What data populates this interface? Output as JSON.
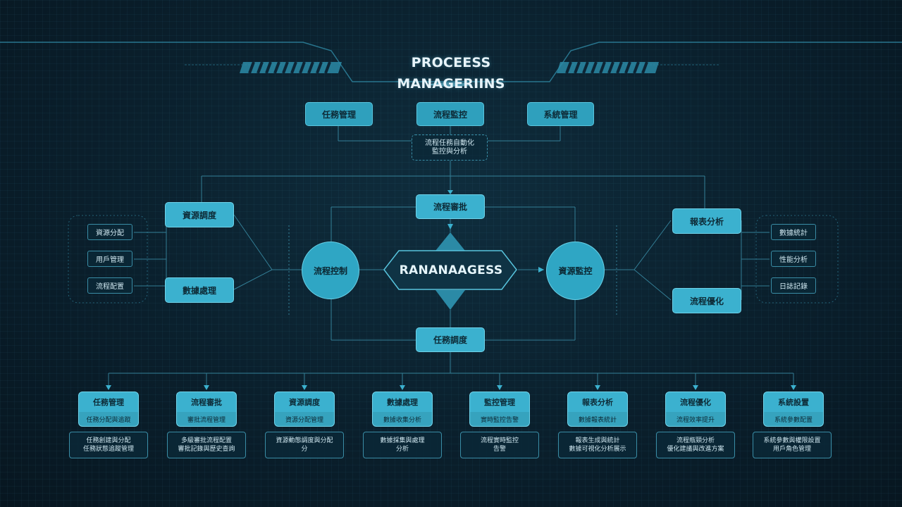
{
  "header": {
    "title": "PROCEESS MANAGERIINS"
  },
  "top_row": [
    {
      "label": "任務管理"
    },
    {
      "label": "流程監控"
    },
    {
      "label": "系統管理"
    }
  ],
  "top_center_sub": {
    "line1": "流程任務自動化",
    "line2": "監控與分析"
  },
  "left_nodes": [
    {
      "label": "資源調度"
    },
    {
      "label": "數據處理"
    }
  ],
  "left_sub": [
    {
      "label": "資源分配"
    },
    {
      "label": "用戶管理"
    },
    {
      "label": "流程配置"
    }
  ],
  "right_nodes": [
    {
      "label": "報表分析"
    },
    {
      "label": "流程優化"
    }
  ],
  "right_sub": [
    {
      "label": "數據統計"
    },
    {
      "label": "性能分析"
    },
    {
      "label": "日誌記錄"
    }
  ],
  "center": {
    "label": "RANANAAGESS",
    "top": "流程審批",
    "bottom": "任務調度",
    "left_circle": "流程控制",
    "right_circle": "資源監控"
  },
  "bottom_cards": [
    {
      "title": "任務管理",
      "sub": "任務分配與追蹤",
      "desc1": "任務創建與分配",
      "desc2": "任務狀態追蹤管理"
    },
    {
      "title": "流程審批",
      "sub": "審批流程管理",
      "desc1": "多級審批流程配置",
      "desc2": "審批記錄與歷史查詢"
    },
    {
      "title": "資源調度",
      "sub": "資源分配管理",
      "desc1": "資源動態調度與分配",
      "desc2": "分"
    },
    {
      "title": "數據處理",
      "sub": "數據收集分析",
      "desc1": "數據採集與處理",
      "desc2": "分析"
    },
    {
      "title": "監控管理",
      "sub": "實時監控告警",
      "desc1": "流程實時監控",
      "desc2": "告警"
    },
    {
      "title": "報表分析",
      "sub": "數據報表統計",
      "desc1": "報表生成與統計",
      "desc2": "數據可視化分析展示"
    },
    {
      "title": "流程優化",
      "sub": "流程效率提升",
      "desc1": "流程瓶頸分析",
      "desc2": "優化建議與改進方案"
    },
    {
      "title": "系統設置",
      "sub": "系統參數配置",
      "desc1": "系統參數與權限設置",
      "desc2": "用戶角色管理"
    }
  ],
  "colors": {
    "accent": "#3bb1cf",
    "line": "#3a8da6",
    "bg": "#0a1f2c"
  }
}
